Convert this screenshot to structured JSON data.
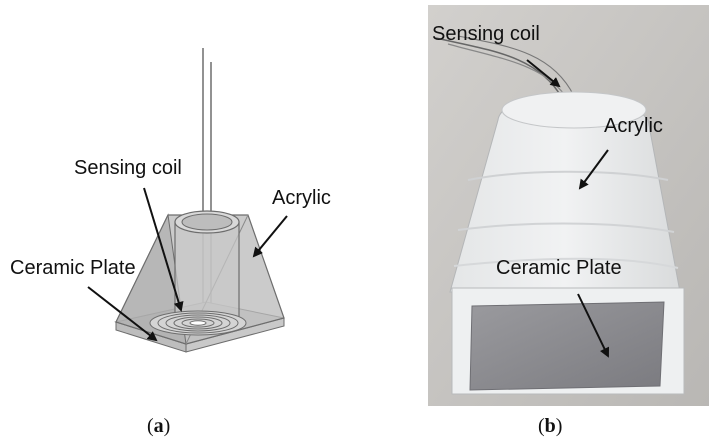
{
  "panel_a": {
    "labels": {
      "sensing_coil": "Sensing coil",
      "acrylic": "Acrylic",
      "ceramic_plate": "Ceramic Plate"
    },
    "caption_open": "(",
    "caption_letter": "a",
    "caption_close": ")"
  },
  "panel_b": {
    "labels": {
      "sensing_coil": "Sensing coil",
      "acrylic": "Acrylic",
      "ceramic_plate": "Ceramic Plate"
    },
    "caption_open": "(",
    "caption_letter": "b",
    "caption_close": ")"
  },
  "colors": {
    "acrylic_body": "#b9b9b9",
    "acrylic_edge": "#6d6d6d",
    "photo_background": "#c4c2bf",
    "ceramic_face": "#8e8e92",
    "arrow": "#111111"
  }
}
